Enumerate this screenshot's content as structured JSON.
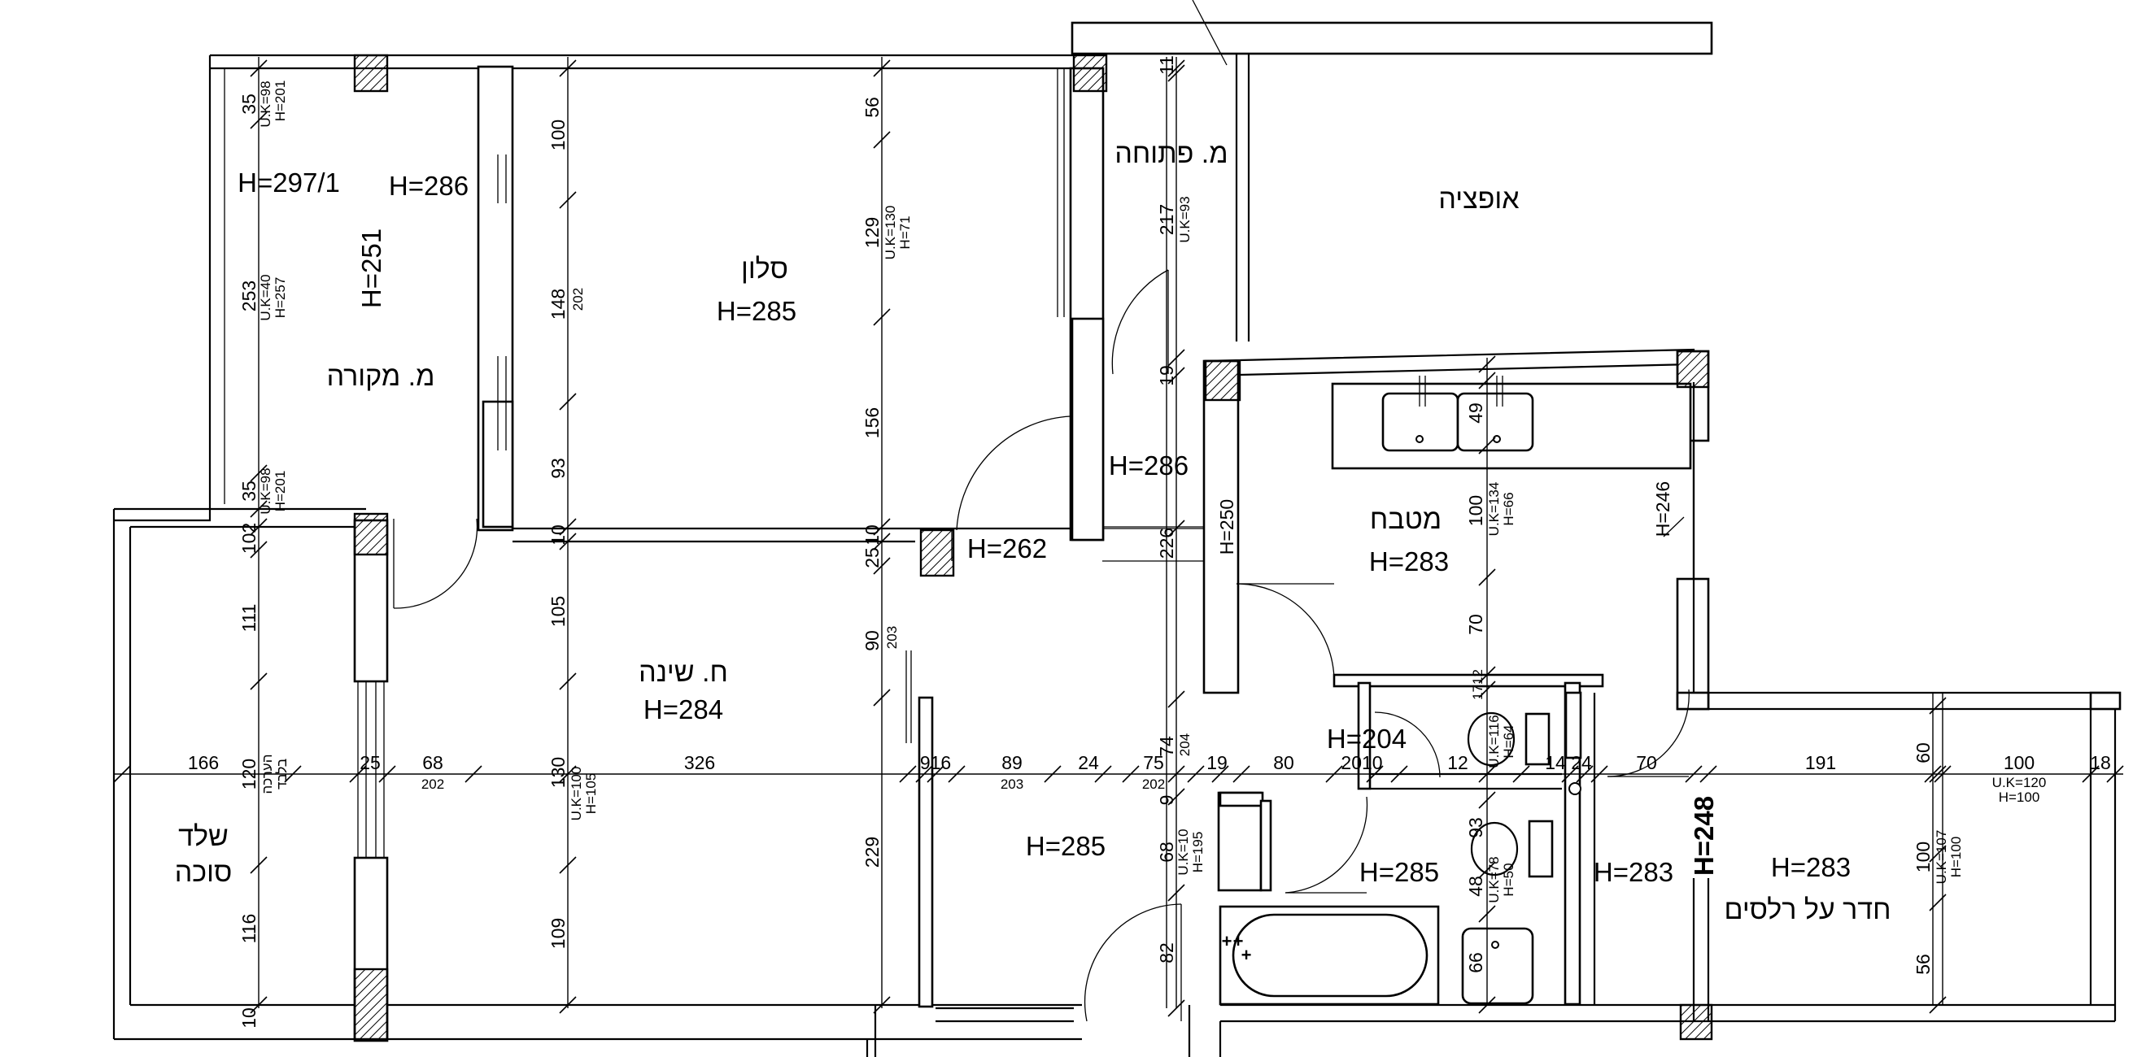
{
  "rooms": {
    "living": "סלון",
    "living_h": "H=285",
    "bedroom": "ח. שינה",
    "bedroom_h": "H=284",
    "kitchen": "מטבח",
    "kitchen_h": "H=283",
    "roofed_balcony": "מ. מקורה",
    "open_balcony": "מ. פתוחה",
    "option": "אופציה",
    "sukkah_1": "שלד",
    "sukkah_2": "סוכה",
    "shutter_room": "חדר על רלסים",
    "shutter_room_h": "H=283"
  },
  "heights": {
    "h2971": "H=297/1",
    "h286a": "H=286",
    "h251": "H=251",
    "h286b": "H=286",
    "h262": "H=262",
    "h250": "H=250",
    "h246": "H=246",
    "h204": "H=204",
    "h285_hall": "H=285",
    "h285_bath": "H=285",
    "h283_corr": "H=283",
    "h248": "H=248"
  },
  "dims": {
    "d56": "56",
    "d129": "129",
    "d156": "156",
    "d25": "25",
    "d10a": "10",
    "d90": "90",
    "d203a": "203",
    "d229": "229",
    "d100": "100",
    "d148": "148",
    "d202a": "202",
    "d93": "93",
    "d10b": "10",
    "d105": "105",
    "d130a": "130",
    "d109": "109",
    "d35a": "35",
    "d253": "253",
    "d35b": "35",
    "d102": "102",
    "d111": "111",
    "d120": "120",
    "d116": "116",
    "d10c": "10",
    "d11": "11",
    "d217": "217",
    "d19a": "19",
    "d226": "226",
    "d74": "74",
    "d204b": "204",
    "d9": "9",
    "d68a": "68",
    "d82": "82",
    "d49": "49",
    "d100k": "100",
    "d70": "70",
    "d1712": "1712",
    "d933": "93",
    "d48": "48",
    "d66": "66",
    "d60": "60",
    "d100r": "100",
    "d56r": "56",
    "h166": "166",
    "h25": "25",
    "h68": "68",
    "h202a": "202",
    "h326": "326",
    "h916": "916",
    "h89": "89",
    "h203b": "203",
    "h24a": "24",
    "h75": "75",
    "h202b": "202",
    "h19": "19",
    "h80": "80",
    "h2010": "2010",
    "h12": "12",
    "h14": "14",
    "h24b": "24",
    "h70": "70",
    "h191": "191",
    "h100": "100",
    "h18": "18"
  },
  "notes": {
    "uk98a": "U.K=98",
    "h201a": "H=201",
    "uk40": "U.K=40",
    "h257": "H=257",
    "uk98b": "U.K=98",
    "h201b": "H=201",
    "uk130": "U.K=130",
    "h71": "H=71",
    "uk93": "U.K=93",
    "uk100": "U.K=100",
    "h105": "H=105",
    "uk134": "U.K=134",
    "h66": "H=66",
    "uk10": "U.K=10",
    "h195": "H=195",
    "uk116": "U.K=116",
    "h64": "H=64",
    "uk78": "U.K=78",
    "h50": "H=50",
    "uk120": "U.K=120",
    "h100r": "H=100",
    "uk107": "U.K=107",
    "h100v": "H=100",
    "measure_1": "הערכה",
    "measure_2": "בלבד"
  }
}
